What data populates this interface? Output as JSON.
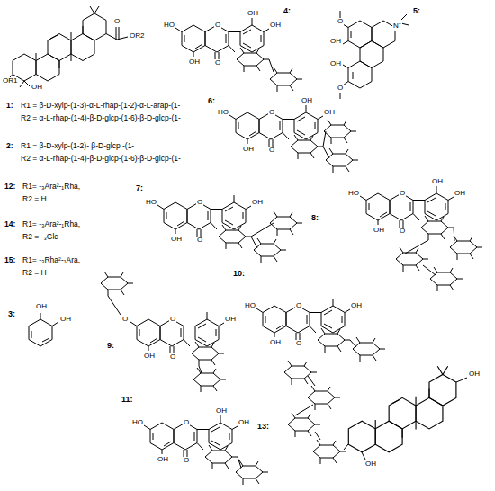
{
  "diagram": {
    "labels": [
      "OR1",
      "OH",
      "O",
      "OR2",
      "1:",
      "R1 = β-D-xylp-(1-3)-α-L-rhap-(1-2)-α-L-arap-(1-",
      "R2 = α-L-rhap-(1-4)-β-D-glcp-(1-6)-β-D-glcp-(1-",
      "2:",
      "R1 = β-D-xylp-(1-2)- β-D-glcp -(1-",
      "R2 = α-L-rhap-(1-4)-β-D-glcp-(1-6)-β-D-glcp-(1-",
      "12:",
      "R1= -₃Ara²-₁Rha,",
      "R2 = H",
      "14:",
      "R1= -₃Ara²-₁Rha,",
      "R2 = -₃Glc",
      "15:",
      "R1= -₃Rha²-₁Ara,",
      "R2 = H",
      "3:",
      "OH",
      "OH",
      "4:",
      "HO",
      "OH",
      "O",
      "O",
      "OH",
      "OH",
      "5:",
      "O",
      "OH",
      "OH",
      "O",
      "N⁺",
      "6:",
      "HO",
      "OH",
      "O",
      "O",
      "OH",
      "OH",
      "7:",
      "HO",
      "OH",
      "O",
      "O",
      "OH",
      "8:",
      "HO",
      "OH",
      "O",
      "O",
      "OH",
      "OH",
      "9:",
      "O",
      "OH",
      "O",
      "O",
      "OH",
      "10:",
      "HO",
      "OH",
      "O",
      "O",
      "OH",
      "11:",
      "HO",
      "OH",
      "O",
      "O",
      "OH",
      "OH",
      "13:",
      "OH",
      "OH"
    ]
  }
}
